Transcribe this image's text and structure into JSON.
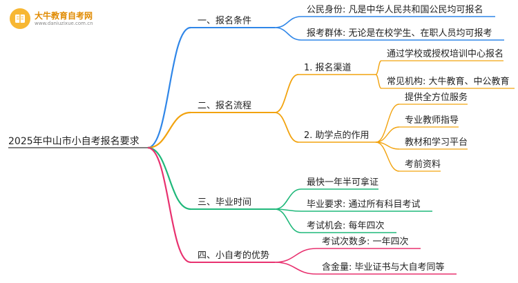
{
  "logo": {
    "name": "大牛教育自考网",
    "url": "www.daniuzixue.com.cn"
  },
  "mindmap": {
    "root": "2025年中山市小自考报名要求",
    "branches": [
      {
        "label": "一、报名条件",
        "color": "#2f86e8",
        "children": [
          {
            "label": "公民身份: 凡是中华人民共和国公民均可报名"
          },
          {
            "label": "报考群体: 无论是在校学生、在职人员均可报考"
          }
        ]
      },
      {
        "label": "二、报名流程",
        "color": "#f2a30f",
        "children": [
          {
            "label": "1. 报名渠道",
            "children": [
              {
                "label": "通过学校或授权培训中心报名"
              },
              {
                "label": "常见机构: 大牛教育、中公教育"
              }
            ]
          },
          {
            "label": "2. 助学点的作用",
            "children": [
              {
                "label": "提供全方位服务"
              },
              {
                "label": "专业教师指导"
              },
              {
                "label": "教材和学习平台"
              },
              {
                "label": "考前资料"
              }
            ]
          }
        ]
      },
      {
        "label": "三、毕业时间",
        "color": "#1fb87a",
        "children": [
          {
            "label": "最快一年半可拿证"
          },
          {
            "label": "毕业要求: 通过所有科目考试"
          },
          {
            "label": "考试机会: 每年四次"
          }
        ]
      },
      {
        "label": "四、小自考的优势",
        "color": "#e8316f",
        "children": [
          {
            "label": "考试次数多: 一年四次"
          },
          {
            "label": "含金量: 毕业证书与大自考同等"
          }
        ]
      }
    ]
  }
}
